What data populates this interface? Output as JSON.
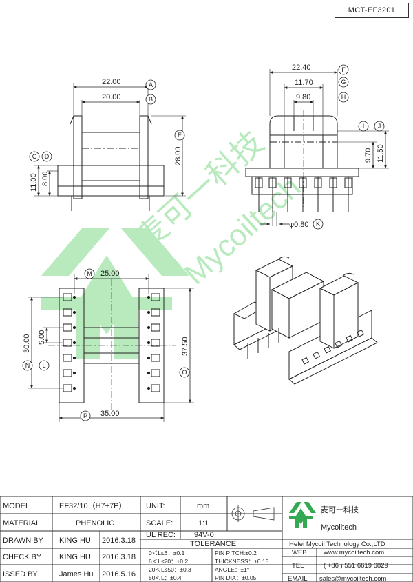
{
  "part_code": "MCT-EF3201",
  "dimensions": {
    "A": "22.00",
    "B": "20.00",
    "C": "11.00",
    "D": "8.00",
    "E": "28.00",
    "F": "22.40",
    "G": "11.70",
    "H": "9.80",
    "I": "9.70",
    "J": "11.50",
    "K": "φ0.80",
    "M": "25.00",
    "L": "5.00",
    "N": "30.00",
    "O": "37.50",
    "P": "35.00"
  },
  "callouts": [
    "A",
    "B",
    "C",
    "D",
    "E",
    "F",
    "G",
    "H",
    "I",
    "J",
    "K",
    "M",
    "L",
    "N",
    "O",
    "P"
  ],
  "watermark": {
    "cn": "麦可一科技",
    "en": "Mycoiltech"
  },
  "title_block": {
    "model_label": "MODEL",
    "model_value": "EF32/10（H7+7P）",
    "material_label": "MATERIAL",
    "material_value": "PHENOLIC",
    "drawn_label": "DRAWN BY",
    "drawn_name": "KING HU",
    "drawn_date": "2016.3.18",
    "check_label": "CHECK BY",
    "check_name": "KING HU",
    "check_date": "2016.3.18",
    "issued_label": "ISSED BY",
    "issued_name": "James Hu",
    "issued_date": "2016.5.16",
    "unit_label": "UNIT:",
    "unit_value": "mm",
    "scale_label": "SCALE:",
    "scale_value": "1:1",
    "ulrec_label": "UL REC:",
    "ulrec_value": "94V-0",
    "tolerance_title": "TOLERANCE",
    "tol_1": "0＜L≤6：±0.1",
    "tol_2": "6＜L≤20：±0.2",
    "tol_3": "20＜L≤50：±0.3",
    "tol_4": "50＜L：±0.4",
    "tol_pitch": "PIN PITCH:±0.2",
    "tol_thick": "THICKNESS：±0.15",
    "tol_angle": "ANGLE：±1°",
    "tol_pindia": "PIN DIA：±0.05",
    "company_cn": "麦可一科技",
    "company_en": "Mycoiltech",
    "company_name": "Hefei Mycoil Technology Co.,LTD",
    "web_label": "WEB",
    "web_value": "www.mycoiltech.com",
    "tel_label": "TEL",
    "tel_value": "( +86 ) 551 6619 6829",
    "email_label": "EMAIL",
    "email_value": "sales@mycoiltech.com"
  },
  "colors": {
    "watermark": "#7fd98a",
    "logo_green": "#34a853",
    "line": "#222222"
  }
}
